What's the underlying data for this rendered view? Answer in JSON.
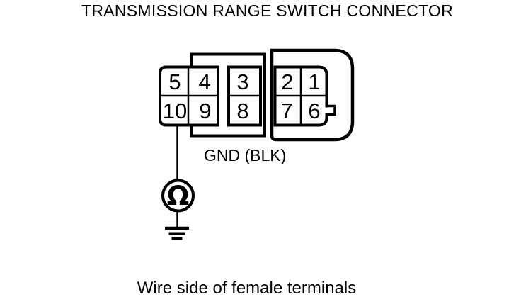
{
  "title": "TRANSMISSION RANGE SWITCH CONNECTOR",
  "caption": "Wire side of female terminals",
  "connector": {
    "terminals": {
      "row1": [
        "5",
        "4",
        "3",
        "2",
        "1"
      ],
      "row2": [
        "10",
        "9",
        "8",
        "7",
        "6"
      ]
    },
    "wire_label": "GND (BLK)",
    "probed_terminal": "10"
  },
  "probe": {
    "symbol": "Ω",
    "meter": "ohmmeter",
    "reference": "ground"
  },
  "colors": {
    "ink": "#000000",
    "background": "#ffffff"
  }
}
